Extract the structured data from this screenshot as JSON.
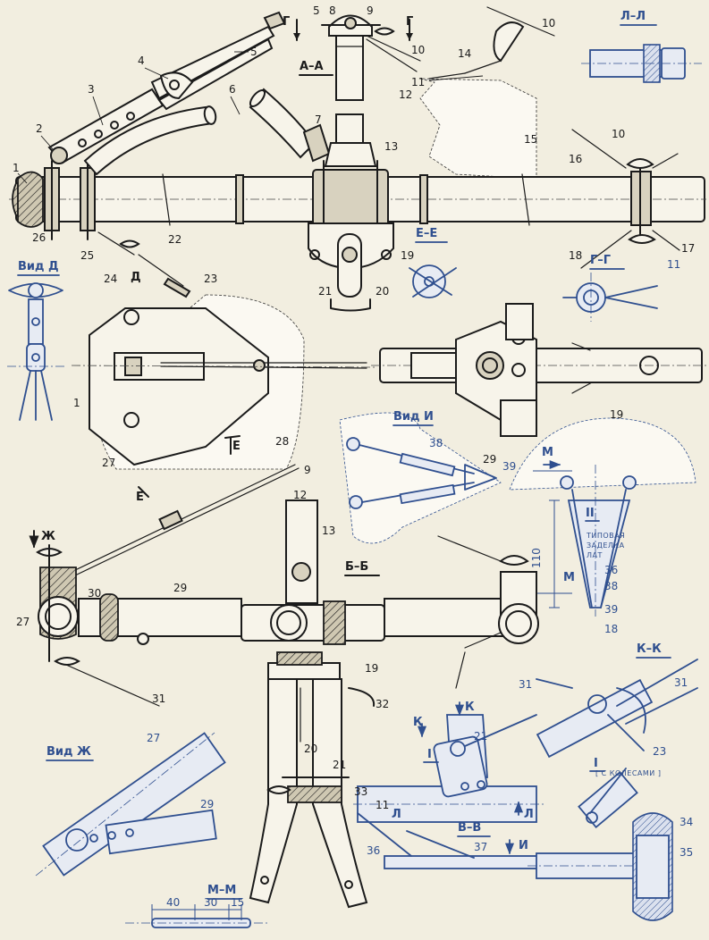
{
  "view_labels": {
    "aa": "А–А",
    "bb": "Б–Б",
    "vv": "В–В",
    "gg": "Г–Г",
    "ee": "Е–Е",
    "kk": "К–К",
    "ll": "Л–Л",
    "mm": "М–М",
    "vid_d": "Вид Д",
    "vid_i": "Вид И",
    "vid_zh": "Вид Ж",
    "section_ii": "II",
    "section_i_left": "I",
    "section_i_right": "I"
  },
  "section_marks": {
    "g1": "Г",
    "g2": "Г",
    "d": "Д",
    "e1": "Е",
    "e2": "Е",
    "zh": "Ж",
    "m1": "М",
    "m2": "М",
    "k1": "К",
    "k2": "К",
    "l1": "Л",
    "l2": "Л",
    "i": "И"
  },
  "captions": {
    "typical_1": "ТИПОВАЯ",
    "typical_2": "ЗАДЕЛКА",
    "typical_3": "ЛАТ",
    "with_wheels": "[ С КОЛЕСАМИ ]"
  },
  "dimensions": {
    "dim_110": "110",
    "dim_40": "40",
    "dim_30": "30",
    "dim_15": "15"
  },
  "callouts": [
    {
      "id": "c1",
      "text": "1"
    },
    {
      "id": "c2",
      "text": "2"
    },
    {
      "id": "c3",
      "text": "3"
    },
    {
      "id": "c4",
      "text": "4"
    },
    {
      "id": "c5a",
      "text": "5"
    },
    {
      "id": "c5b",
      "text": "5"
    },
    {
      "id": "c6",
      "text": "6"
    },
    {
      "id": "c7",
      "text": "7"
    },
    {
      "id": "c8",
      "text": "8"
    },
    {
      "id": "c9a",
      "text": "9"
    },
    {
      "id": "c9b",
      "text": "9"
    },
    {
      "id": "c10a",
      "text": "10"
    },
    {
      "id": "c10b",
      "text": "10"
    },
    {
      "id": "c10c",
      "text": "10"
    },
    {
      "id": "c11a",
      "text": "11"
    },
    {
      "id": "c11b",
      "text": "11"
    },
    {
      "id": "c11c",
      "text": "11"
    },
    {
      "id": "c12a",
      "text": "12"
    },
    {
      "id": "c12b",
      "text": "12"
    },
    {
      "id": "c13a",
      "text": "13"
    },
    {
      "id": "c13b",
      "text": "13"
    },
    {
      "id": "c14",
      "text": "14"
    },
    {
      "id": "c15",
      "text": "15"
    },
    {
      "id": "c16",
      "text": "16"
    },
    {
      "id": "c17",
      "text": "17"
    },
    {
      "id": "c18a",
      "text": "18"
    },
    {
      "id": "c18b",
      "text": "18"
    },
    {
      "id": "c19a",
      "text": "19"
    },
    {
      "id": "c19b",
      "text": "19"
    },
    {
      "id": "c19c",
      "text": "19"
    },
    {
      "id": "c20a",
      "text": "20"
    },
    {
      "id": "c20b",
      "text": "20"
    },
    {
      "id": "c21a",
      "text": "21"
    },
    {
      "id": "c21b",
      "text": "21"
    },
    {
      "id": "c21c",
      "text": "21"
    },
    {
      "id": "c22",
      "text": "22"
    },
    {
      "id": "c23a",
      "text": "23"
    },
    {
      "id": "c23b",
      "text": "23"
    },
    {
      "id": "c24",
      "text": "24"
    },
    {
      "id": "c25",
      "text": "25"
    },
    {
      "id": "c26",
      "text": "26"
    },
    {
      "id": "c27a",
      "text": "27"
    },
    {
      "id": "c27b",
      "text": "27"
    },
    {
      "id": "c27c",
      "text": "27"
    },
    {
      "id": "c28",
      "text": "28"
    },
    {
      "id": "c29a",
      "text": "29"
    },
    {
      "id": "c29b",
      "text": "29"
    },
    {
      "id": "c29c",
      "text": "29"
    },
    {
      "id": "c30",
      "text": "30"
    },
    {
      "id": "c31a",
      "text": "31"
    },
    {
      "id": "c31b",
      "text": "31"
    },
    {
      "id": "c31c",
      "text": "31"
    },
    {
      "id": "c32",
      "text": "32"
    },
    {
      "id": "c33",
      "text": "33"
    },
    {
      "id": "c34",
      "text": "34"
    },
    {
      "id": "c35",
      "text": "35"
    },
    {
      "id": "c36a",
      "text": "36"
    },
    {
      "id": "c36b",
      "text": "36"
    },
    {
      "id": "c37",
      "text": "37"
    },
    {
      "id": "c38a",
      "text": "38"
    },
    {
      "id": "c38b",
      "text": "38"
    },
    {
      "id": "c39a",
      "text": "39"
    },
    {
      "id": "c39b",
      "text": "39"
    },
    {
      "id": "c1b",
      "text": "1"
    }
  ]
}
